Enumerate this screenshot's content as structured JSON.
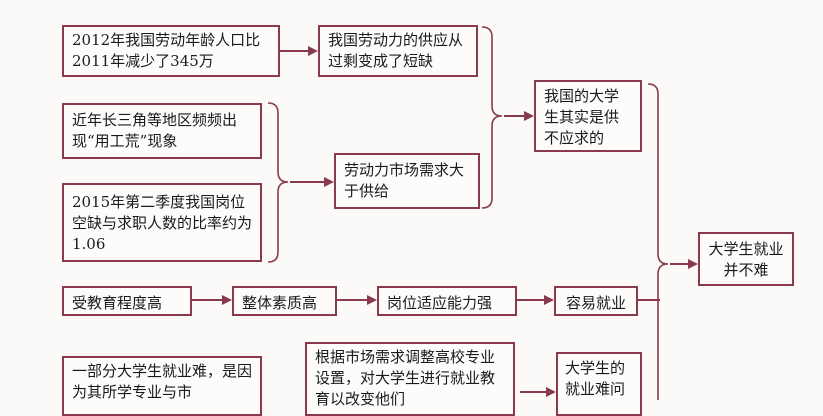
{
  "boxes": {
    "b1": "2012年我国劳动年龄人口比2011年减少了345万",
    "b2": "我国劳动力的供应从过剩变成了短缺",
    "b3": "近年长三角等地区频频出现“用工荒”现象",
    "b4": "2015年第二季度我国岗位空缺与求职人数的比率约为1.06",
    "b5": "劳动力市场需求大于供给",
    "b6": "我国的大学生其实是供不应求的",
    "b7": "受教育程度高",
    "b8": "整体素质高",
    "b9": "岗位适应能力强",
    "b10": "容易就业",
    "b11": "大学生就业并不难",
    "b12": "一部分大学生就业难，是因为其所学专业与市",
    "b13": "根据市场需求调整高校专业设置，对大学生进行就业教育以改变他们",
    "b14": "大学生的就业难问"
  },
  "colors": {
    "line": "#8a3a4e",
    "text": "#1a1a1a"
  }
}
